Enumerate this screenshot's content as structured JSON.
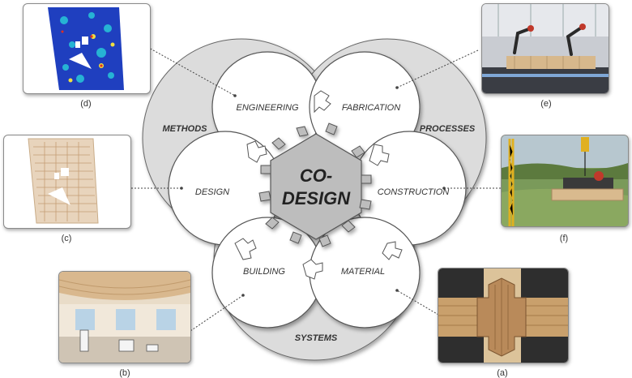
{
  "center": {
    "line1": "CO-",
    "line2": "DESIGN"
  },
  "lobes": {
    "methods": "METHODS",
    "processes": "PROCESSES",
    "systems": "SYSTEMS"
  },
  "circles": {
    "engineering": "ENGINEERING",
    "fabrication": "FABRICATION",
    "design": "DESIGN",
    "construction": "CONSTRUCTION",
    "building": "BUILDING",
    "material": "MATERIAL"
  },
  "captions": {
    "d": "(d)",
    "e": "(e)",
    "c": "(c)",
    "f": "(f)",
    "b": "(b)",
    "a": "(a)"
  },
  "colors": {
    "lobe_fill": "#dcdcdc",
    "hex_fill": "#bdbdbd",
    "line": "#555555"
  }
}
